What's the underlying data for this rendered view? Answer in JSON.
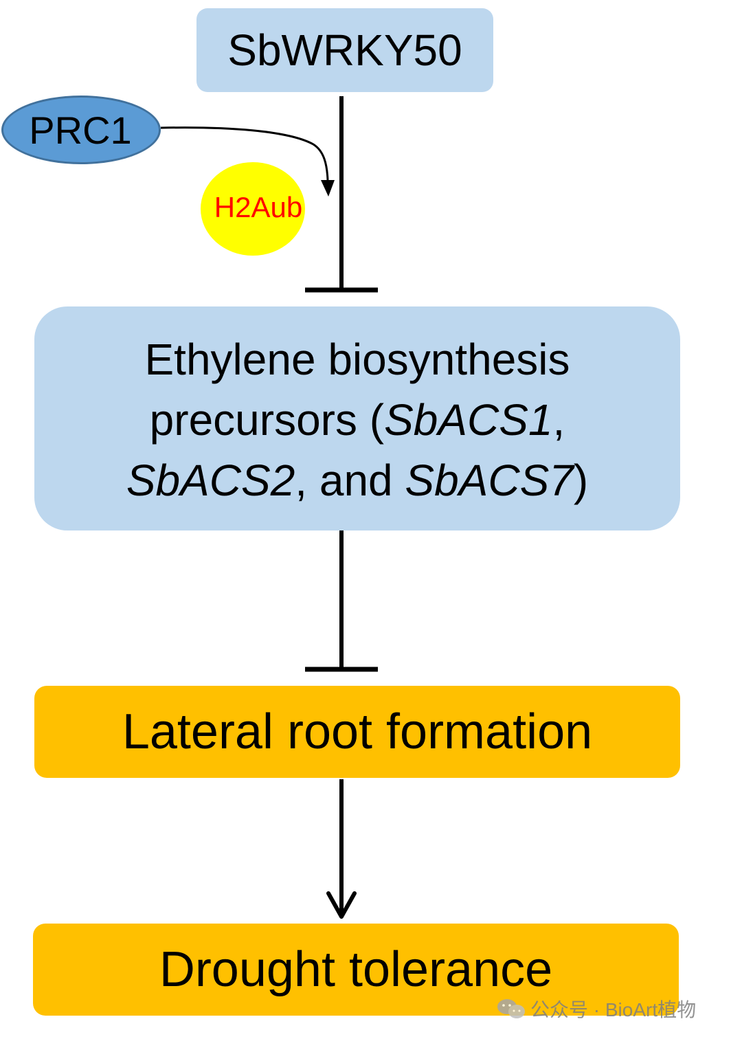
{
  "diagram": {
    "nodes": {
      "sbwrky50": {
        "label": "SbWRKY50"
      },
      "prc1": {
        "label": "PRC1"
      },
      "h2aub": {
        "label": "H2Aub"
      },
      "ethylene": {
        "line1": "Ethylene biosynthesis",
        "line2_prefix": "precursors (",
        "gene1": "SbACS1",
        "comma1": ",",
        "gene2": "SbACS2",
        "and_text": ", and ",
        "gene3": "SbACS7",
        "close": ")"
      },
      "lateral": {
        "label": "Lateral root formation"
      },
      "drought": {
        "label": "Drought tolerance"
      }
    },
    "edges": [
      {
        "from": "SbWRKY50",
        "to": "Ethylene biosynthesis precursors",
        "type": "inhibition"
      },
      {
        "from": "PRC1",
        "to": "SbWRKY50 → Ethylene edge",
        "type": "activation"
      },
      {
        "from": "Ethylene biosynthesis precursors",
        "to": "Lateral root formation",
        "type": "inhibition"
      },
      {
        "from": "Lateral root formation",
        "to": "Drought tolerance",
        "type": "activation"
      }
    ],
    "colors": {
      "blue_box": "#bdd7ee",
      "orange_box": "#ffc000",
      "prc1_fill": "#5b9bd5",
      "prc1_border": "#41719c",
      "h2aub_fill": "#ffff00",
      "h2aub_text": "#ff0000",
      "line": "#000000"
    }
  },
  "watermark": {
    "text": "公众号 · BioArt植物",
    "icon": "wechat-icon"
  }
}
